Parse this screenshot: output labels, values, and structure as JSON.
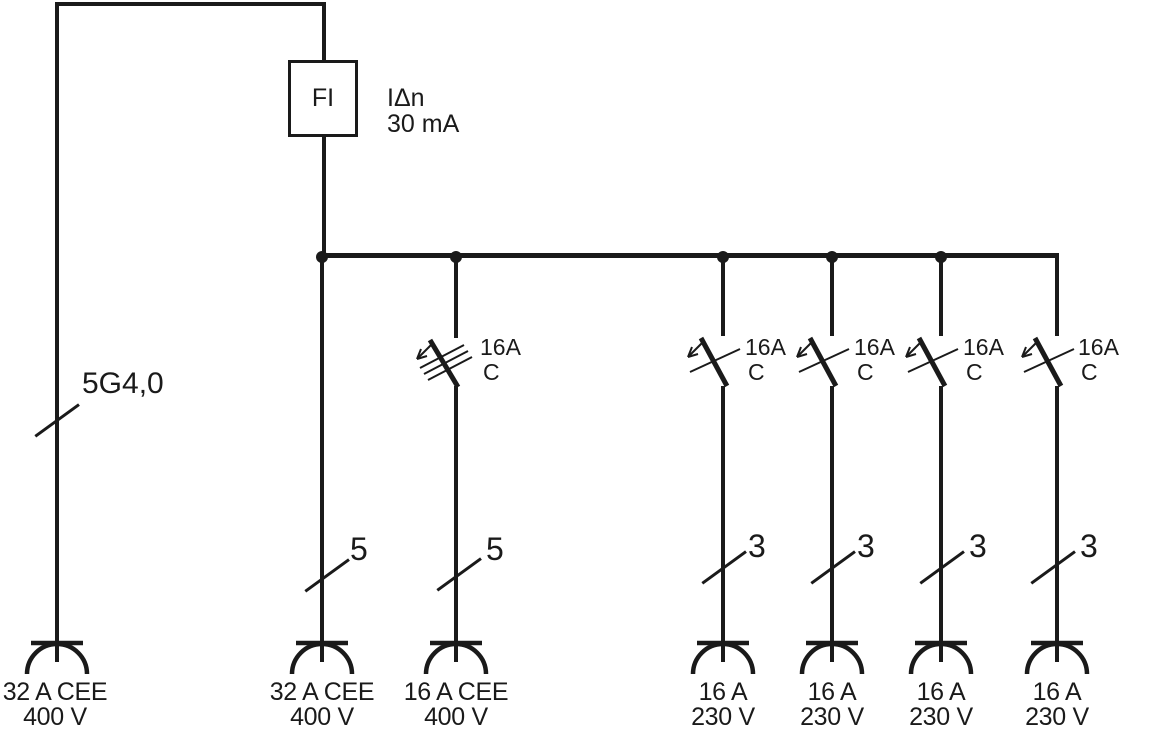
{
  "colors": {
    "ink": "#1a1a1a",
    "paper": "#ffffff"
  },
  "rcd": {
    "box_label": "FI",
    "side_label_line1": "IΔn",
    "side_label_line2": "30 mA"
  },
  "feeder": {
    "cable_label": "5G4,0",
    "socket": {
      "line1": "32 A CEE",
      "line2": "400 V"
    }
  },
  "branches": [
    {
      "wires": "5",
      "socket": {
        "line1": "32 A CEE",
        "line2": "400 V"
      }
    },
    {
      "breaker": {
        "rating": "16A",
        "curve": "C"
      },
      "wires": "5",
      "socket": {
        "line1": "16 A CEE",
        "line2": "400 V"
      }
    },
    {
      "breaker": {
        "rating": "16A",
        "curve": "C"
      },
      "wires": "3",
      "socket": {
        "line1": "16 A",
        "line2": "230 V"
      }
    },
    {
      "breaker": {
        "rating": "16A",
        "curve": "C"
      },
      "wires": "3",
      "socket": {
        "line1": "16 A",
        "line2": "230 V"
      }
    },
    {
      "breaker": {
        "rating": "16A",
        "curve": "C"
      },
      "wires": "3",
      "socket": {
        "line1": "16 A",
        "line2": "230 V"
      }
    },
    {
      "breaker": {
        "rating": "16A",
        "curve": "C"
      },
      "wires": "3",
      "socket": {
        "line1": "16 A",
        "line2": "230 V"
      }
    }
  ]
}
